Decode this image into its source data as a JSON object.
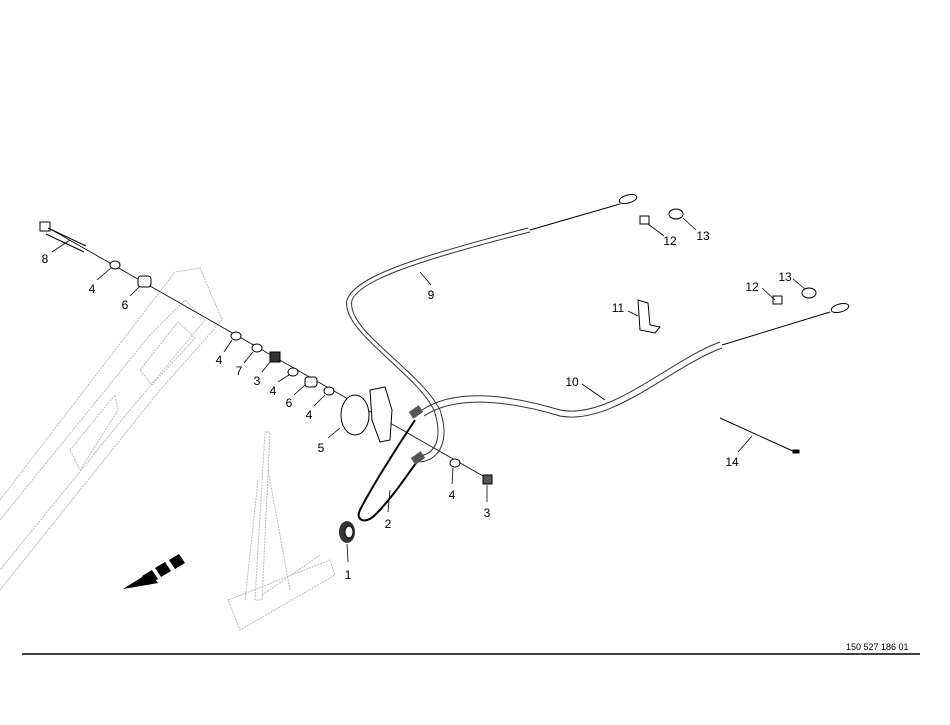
{
  "diagram": {
    "document_number": "150 527 186 01",
    "part_labels": [
      "8",
      "4",
      "6",
      "4",
      "7",
      "3",
      "4",
      "6",
      "4",
      "5",
      "1",
      "2",
      "4",
      "3",
      "9",
      "10",
      "11",
      "12",
      "13",
      "12",
      "13",
      "14"
    ]
  }
}
